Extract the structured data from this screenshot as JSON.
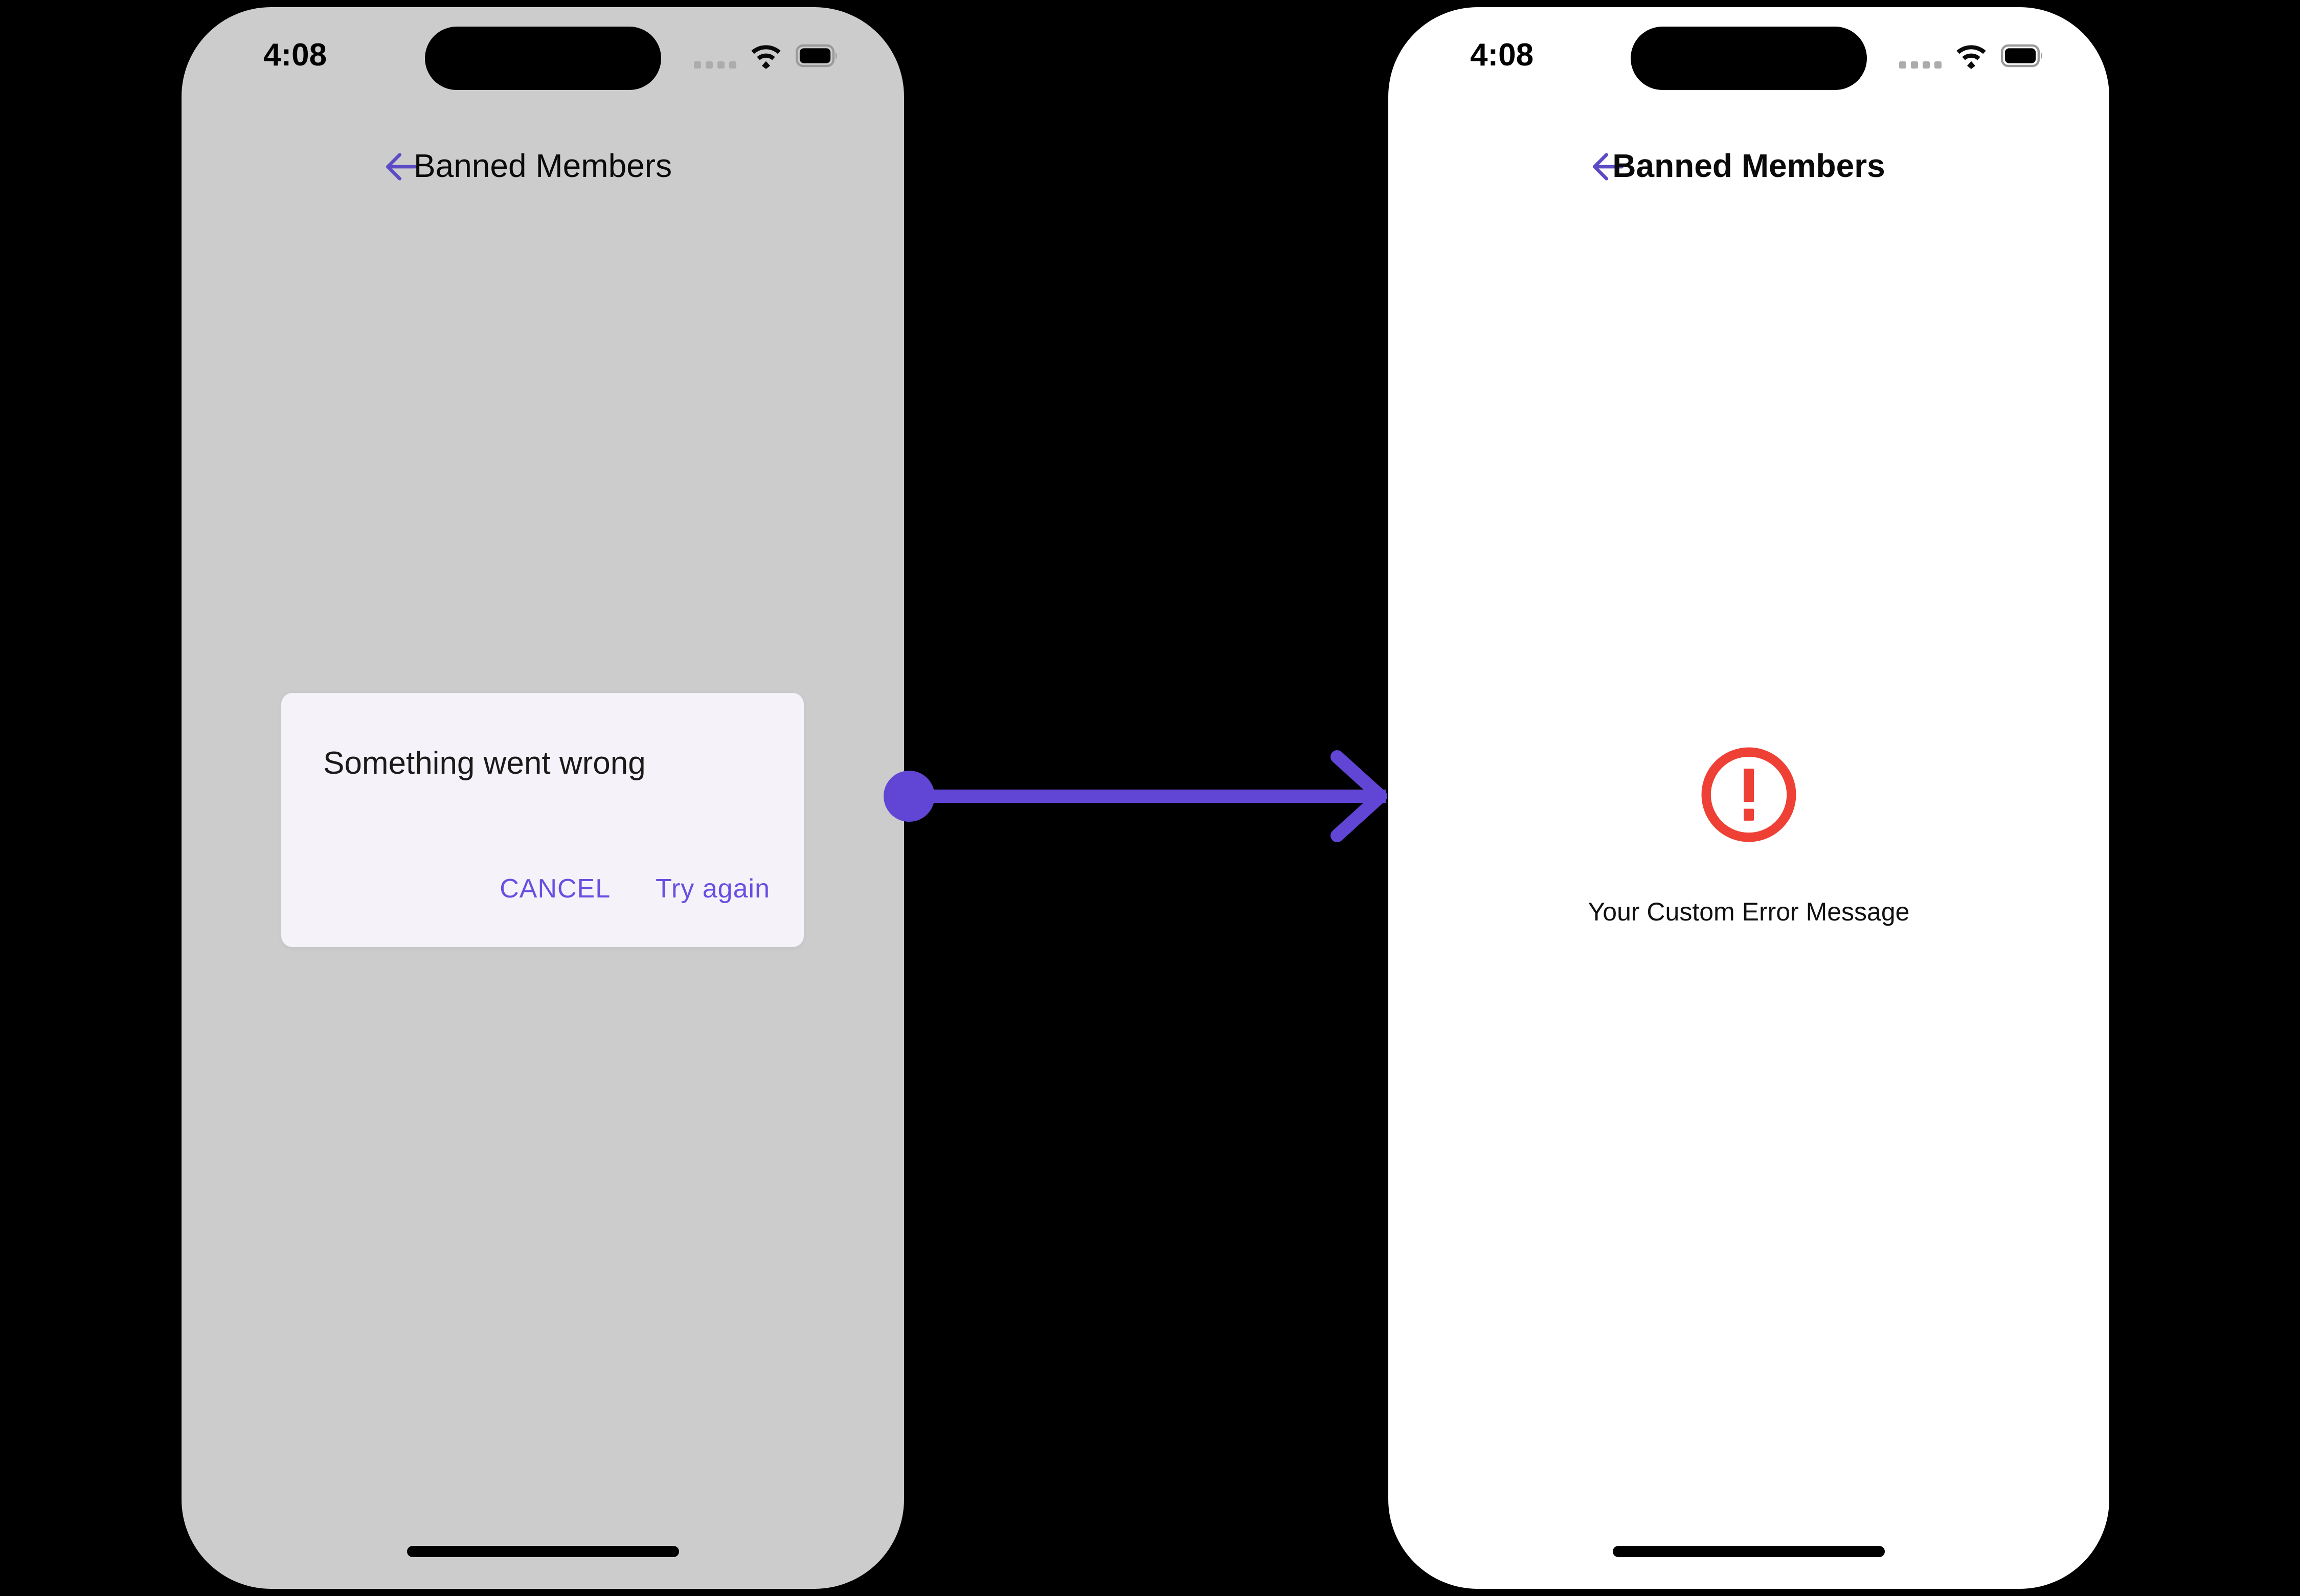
{
  "screens": [
    {
      "id": "dialog-state",
      "background_color": "#CCCCCC",
      "status_bar": {
        "time": "4:08",
        "signal_icon": "signal-dots-icon",
        "wifi_icon": "wifi-icon",
        "battery_icon": "battery-full-icon"
      },
      "nav": {
        "back_icon": "back-arrow-icon",
        "title": "Banned Members"
      },
      "dialog": {
        "title": "Something went wrong",
        "cancel_label": "CANCEL",
        "retry_label": "Try again",
        "background_color": "#F5F2F9",
        "action_color": "#6750E0"
      }
    },
    {
      "id": "custom-error-state",
      "background_color": "#FFFFFF",
      "status_bar": {
        "time": "4:08",
        "signal_icon": "signal-dots-icon",
        "wifi_icon": "wifi-icon",
        "battery_icon": "battery-full-icon"
      },
      "nav": {
        "back_icon": "back-arrow-icon",
        "title": "Banned Members"
      },
      "error": {
        "icon": "error-circle-exclamation-icon",
        "icon_color": "#EF4036",
        "message": "Your Custom Error Message"
      }
    }
  ],
  "connector": {
    "icon": "arrow-right-icon",
    "color": "#6145D4"
  },
  "theme": {
    "accent_purple": "#6145D4",
    "error_red": "#EF4036",
    "text_dark": "#0A0A0A"
  }
}
